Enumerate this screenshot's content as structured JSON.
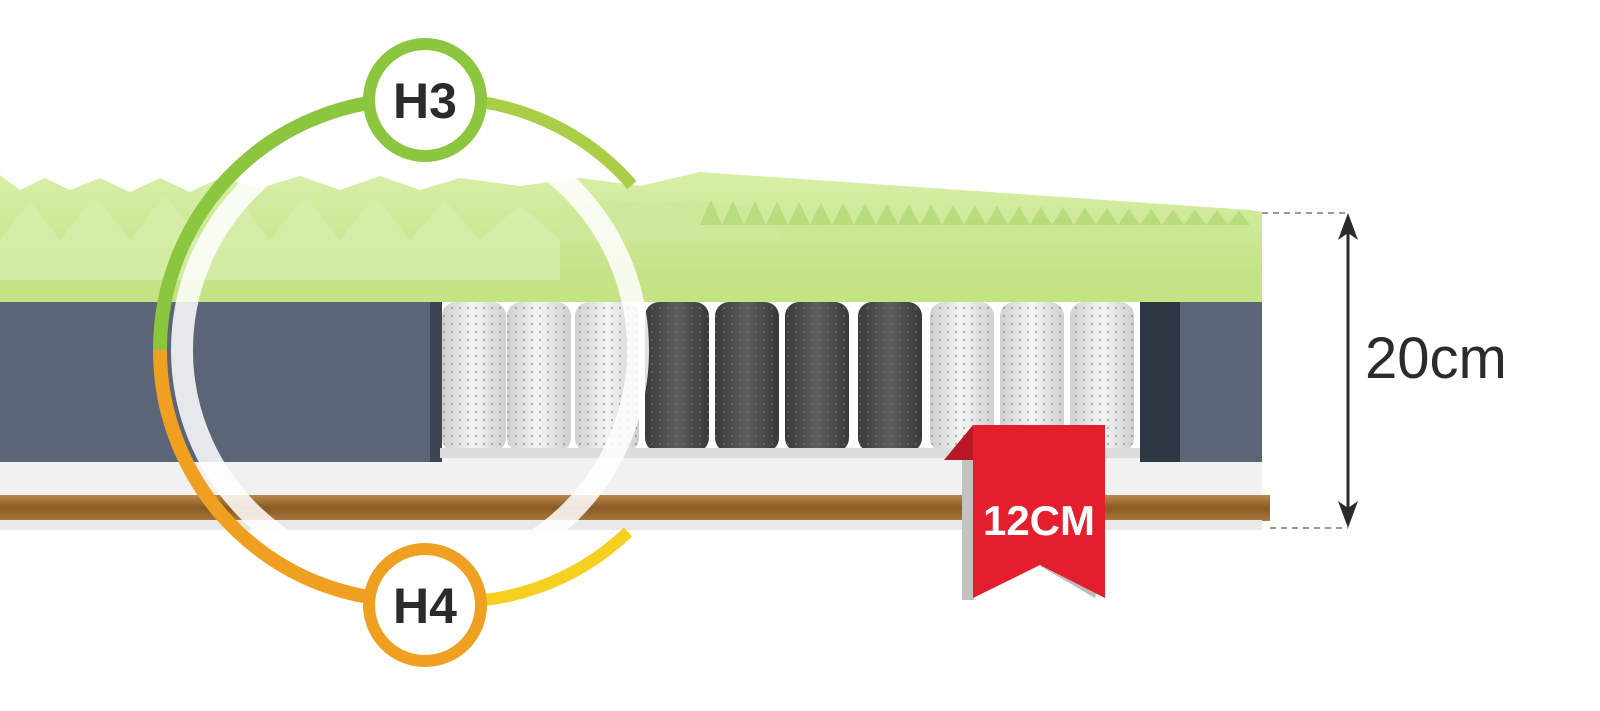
{
  "firmness": {
    "top_label": "H3",
    "bottom_label": "H4"
  },
  "dimensions": {
    "total_height": "20cm",
    "spring_height": "12CM"
  },
  "colors": {
    "green": "#8cc63f",
    "orange": "#f0a020",
    "yellow": "#f5d020",
    "ribbon": "#e31e2d",
    "foam": "#c9e590",
    "grey": "#5b6577",
    "coir": "#9b6a30"
  }
}
